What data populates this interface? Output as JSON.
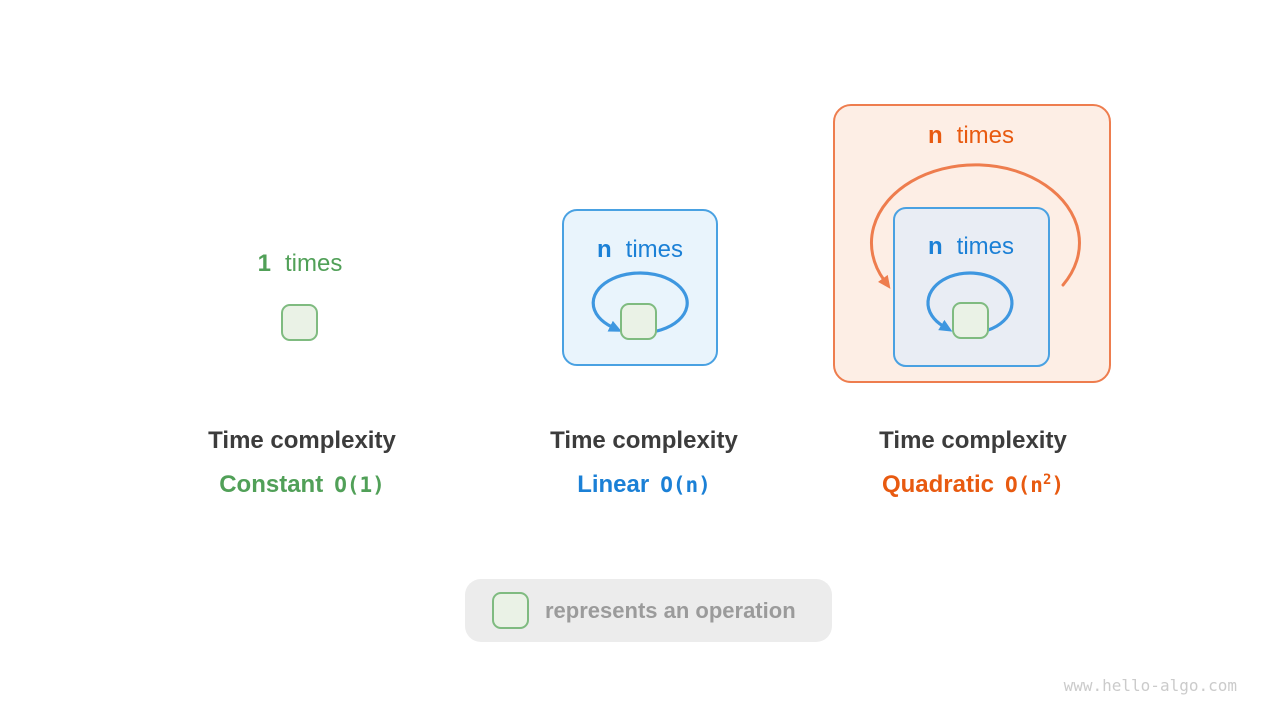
{
  "colors": {
    "green-text": "#51a058",
    "green-border": "#7fbb80",
    "green-fill": "#eaf2e6",
    "blue-text": "#1b80d6",
    "blue-border": "#49a1e2",
    "blue-arrow": "#3e97e0",
    "blue-fill-light": "#e9f4fc",
    "blue-fill-gray": "#e9edf4",
    "orange-text": "#e85a10",
    "orange-accent": "#ee7d4e",
    "orange-fill": "#fdeee5",
    "title-text": "#3c3c3c",
    "legend-bg": "#ececec",
    "legend-text": "#9b9b9b",
    "watermark-text": "#cbcbcb"
  },
  "sections": [
    {
      "id": "constant",
      "loop_count": "1",
      "loop_word": "times",
      "title": "Time complexity",
      "complexity_name": "Constant",
      "notation_pre": "O(1)",
      "notation_sup": "",
      "notation_post": ""
    },
    {
      "id": "linear",
      "loop_count": "n",
      "loop_word": "times",
      "title": "Time complexity",
      "complexity_name": "Linear",
      "notation_pre": "O(n)",
      "notation_sup": "",
      "notation_post": ""
    },
    {
      "id": "quadratic",
      "outer_loop_count": "n",
      "outer_loop_word": "times",
      "inner_loop_count": "n",
      "inner_loop_word": "times",
      "title": "Time complexity",
      "complexity_name": "Quadratic",
      "notation_pre": "O(n",
      "notation_sup": "2",
      "notation_post": ")"
    }
  ],
  "legend": {
    "label": "represents an operation"
  },
  "watermark": "www.hello-algo.com"
}
